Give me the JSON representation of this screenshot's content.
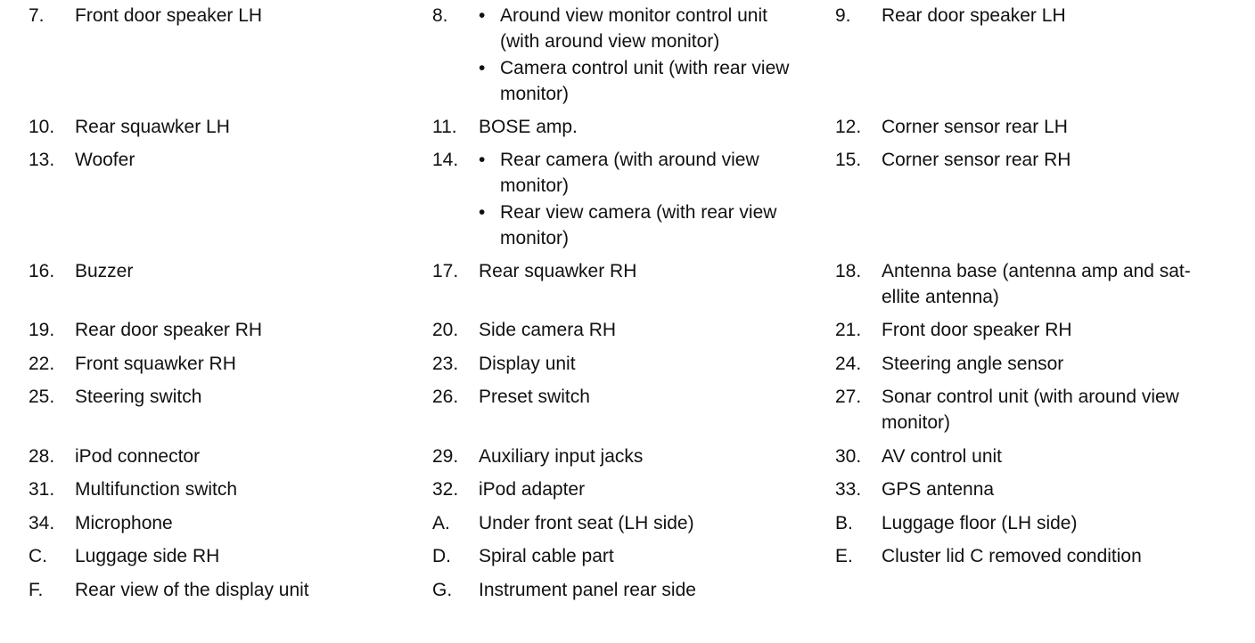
{
  "legend": [
    {
      "num": "7.",
      "text": [
        "Front door speaker LH"
      ]
    },
    {
      "num": "8.",
      "bullets": [
        [
          "Around view monitor control unit",
          "(with around view monitor)"
        ],
        [
          "Camera control unit (with rear view",
          "monitor)"
        ]
      ]
    },
    {
      "num": "9.",
      "text": [
        "Rear door speaker LH"
      ]
    },
    {
      "num": "10.",
      "text": [
        "Rear squawker LH"
      ]
    },
    {
      "num": "11.",
      "text": [
        "BOSE amp."
      ]
    },
    {
      "num": "12.",
      "text": [
        "Corner sensor rear LH"
      ]
    },
    {
      "num": "13.",
      "text": [
        "Woofer"
      ]
    },
    {
      "num": "14.",
      "bullets": [
        [
          "Rear camera (with around view",
          "monitor)"
        ],
        [
          "Rear view camera (with rear view",
          "monitor)"
        ]
      ]
    },
    {
      "num": "15.",
      "text": [
        "Corner sensor rear RH"
      ]
    },
    {
      "num": "16.",
      "text": [
        "Buzzer"
      ]
    },
    {
      "num": "17.",
      "text": [
        "Rear squawker RH"
      ]
    },
    {
      "num": "18.",
      "text": [
        "Antenna base (antenna amp and sat-",
        "ellite antenna)"
      ]
    },
    {
      "num": "19.",
      "text": [
        "Rear door speaker RH"
      ]
    },
    {
      "num": "20.",
      "text": [
        "Side camera RH"
      ]
    },
    {
      "num": "21.",
      "text": [
        "Front door speaker RH"
      ]
    },
    {
      "num": "22.",
      "text": [
        "Front squawker RH"
      ]
    },
    {
      "num": "23.",
      "text": [
        "Display unit"
      ]
    },
    {
      "num": "24.",
      "text": [
        "Steering angle sensor"
      ]
    },
    {
      "num": "25.",
      "text": [
        "Steering switch"
      ]
    },
    {
      "num": "26.",
      "text": [
        "Preset switch"
      ]
    },
    {
      "num": "27.",
      "text": [
        "Sonar control unit (with around view",
        "monitor)"
      ]
    },
    {
      "num": "28.",
      "text": [
        "iPod connector"
      ]
    },
    {
      "num": "29.",
      "text": [
        "Auxiliary input jacks"
      ]
    },
    {
      "num": "30.",
      "text": [
        "AV control unit"
      ]
    },
    {
      "num": "31.",
      "text": [
        "Multifunction switch"
      ]
    },
    {
      "num": "32.",
      "text": [
        "iPod adapter"
      ]
    },
    {
      "num": "33.",
      "text": [
        "GPS antenna"
      ]
    },
    {
      "num": "34.",
      "text": [
        "Microphone"
      ]
    },
    {
      "num": "A.",
      "text": [
        "Under front seat (LH side)"
      ]
    },
    {
      "num": "B.",
      "text": [
        "Luggage floor (LH side)"
      ]
    },
    {
      "num": "C.",
      "text": [
        "Luggage side RH"
      ]
    },
    {
      "num": "D.",
      "text": [
        "Spiral cable part"
      ]
    },
    {
      "num": "E.",
      "text": [
        "Cluster lid C removed condition"
      ]
    },
    {
      "num": "F.",
      "text": [
        "Rear view of the display unit"
      ]
    },
    {
      "num": "G.",
      "text": [
        "Instrument panel rear side"
      ]
    }
  ],
  "bullet_char": "•"
}
